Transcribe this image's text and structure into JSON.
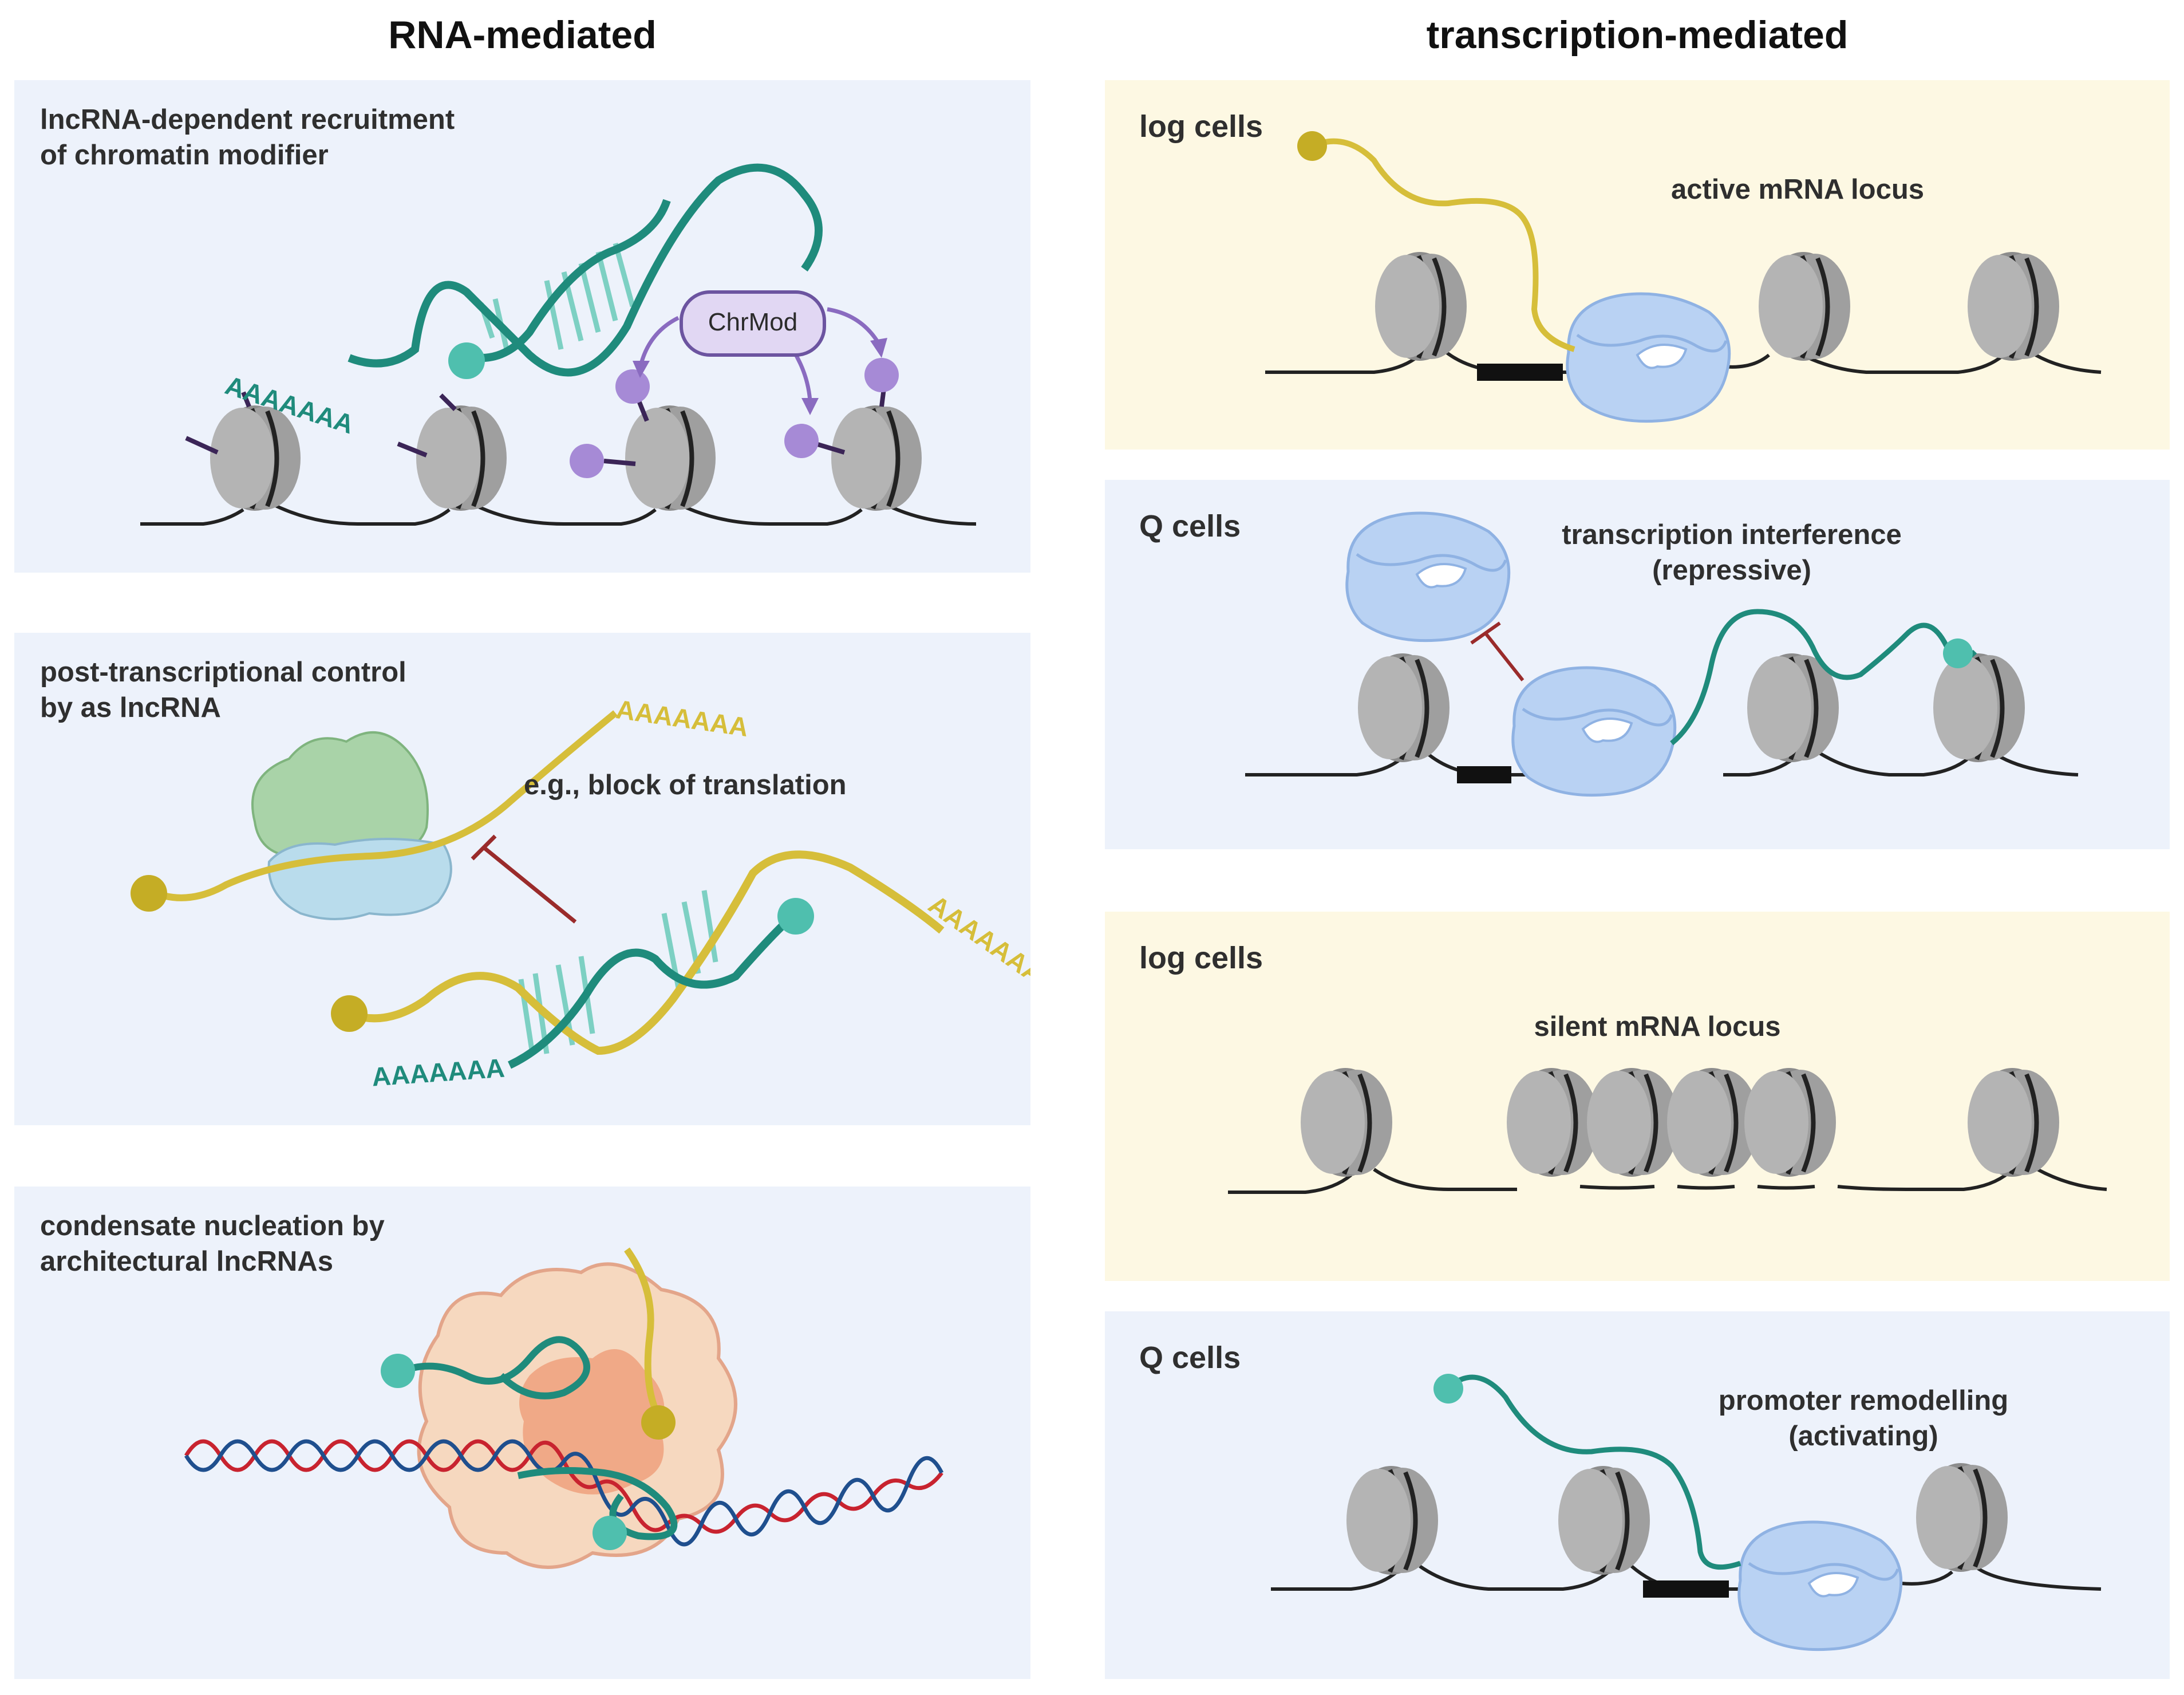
{
  "columns": {
    "left": "RNA-mediated",
    "right": "transcription-mediated"
  },
  "left_panels": [
    {
      "title": "lncRNA-dependent recruitment\nof chromatin modifier",
      "polyA": "AAAAAAA",
      "chrmod": "ChrMod"
    },
    {
      "title": "post-transcriptional control\nby as lncRNA",
      "note": "e.g., block of translation",
      "polyA_top": "AAAAAAA",
      "polyA_right": "AAAAAAA",
      "polyA_bottom": "AAAAAAA"
    },
    {
      "title": "condensate nucleation by\narchitectural lncRNAs"
    }
  ],
  "right_panels": [
    {
      "cell": "log cells",
      "caption": "active mRNA locus"
    },
    {
      "cell": "Q cells",
      "caption": "transcription interference\n(repressive)"
    },
    {
      "cell": "log cells",
      "caption": "silent mRNA locus"
    },
    {
      "cell": "Q cells",
      "caption": "promoter remodelling\n(activating)"
    }
  ],
  "colors": {
    "blue_panel": "#edf2fb",
    "yellow_panel": "#fdf8e3",
    "teal_rna": "#1f8b7c",
    "yellow_rna": "#d6be3a",
    "polymerase": "#b9d2f3",
    "purple": "#a68ad6",
    "inhibit": "#9a2b2b"
  }
}
